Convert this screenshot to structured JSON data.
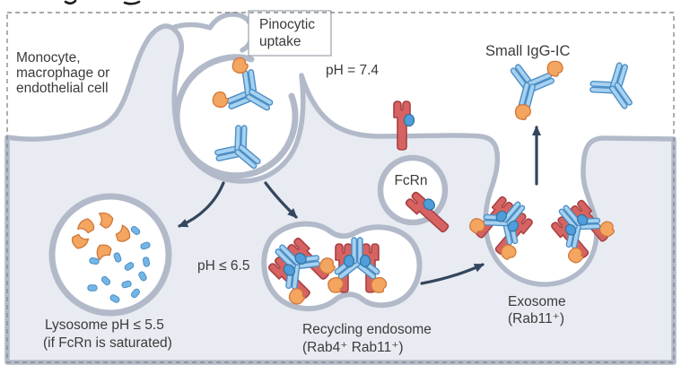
{
  "figure_type": "cell biology pathway diagram (FcRn-mediated IgG recycling)",
  "labels": {
    "cell_line1": "Monocyte,",
    "cell_line2": "macrophage or",
    "cell_line3": "endothelial cell",
    "pinocytic_line1": "Pinocytic",
    "pinocytic_line2": "uptake",
    "ph_extracellular": "pH = 7.4",
    "small_igg_ic": "Small IgG-IC",
    "fcrn": "FcRn",
    "ph_endosome": "pH ≤ 6.5",
    "lysosome_line1": "Lysosome pH ≤ 5.5",
    "lysosome_line2": "(if FcRn is saturated)",
    "recycling_line1": "Recycling endosome",
    "recycling_line2": "(Rab4⁺ Rab11⁺)",
    "exosome_line1": "Exosome",
    "exosome_line2": "(Rab11⁺)"
  },
  "colors": {
    "background": "#ffffff",
    "cell_fill": "#e9ebf2",
    "membrane": "#b2bac9",
    "antibody_fill": "#a6d2f0",
    "antibody_outline": "#4d8ec6",
    "antigen_fill": "#f4a55f",
    "antigen_outline": "#d0783a",
    "receptor_fill": "#d66362",
    "receptor_outline": "#a84043",
    "receptor_dot": "#4f9edb",
    "lysosome_fragment_blue": "#72b6e6",
    "arrow": "#32465c",
    "text": "#3b3b3b",
    "box_border": "#9aa2ac",
    "dashed_border": "#8c8c8c"
  },
  "glyphs": {
    "igg_antibody": "blue Y-shaped IgG antibody",
    "fcrn_receptor": "red forked FcRn receptor",
    "antigen": "orange antigen blob",
    "receptor_dot": "small blue oval subunit on receptor",
    "arrowhead": "solid dark navy triangle"
  }
}
